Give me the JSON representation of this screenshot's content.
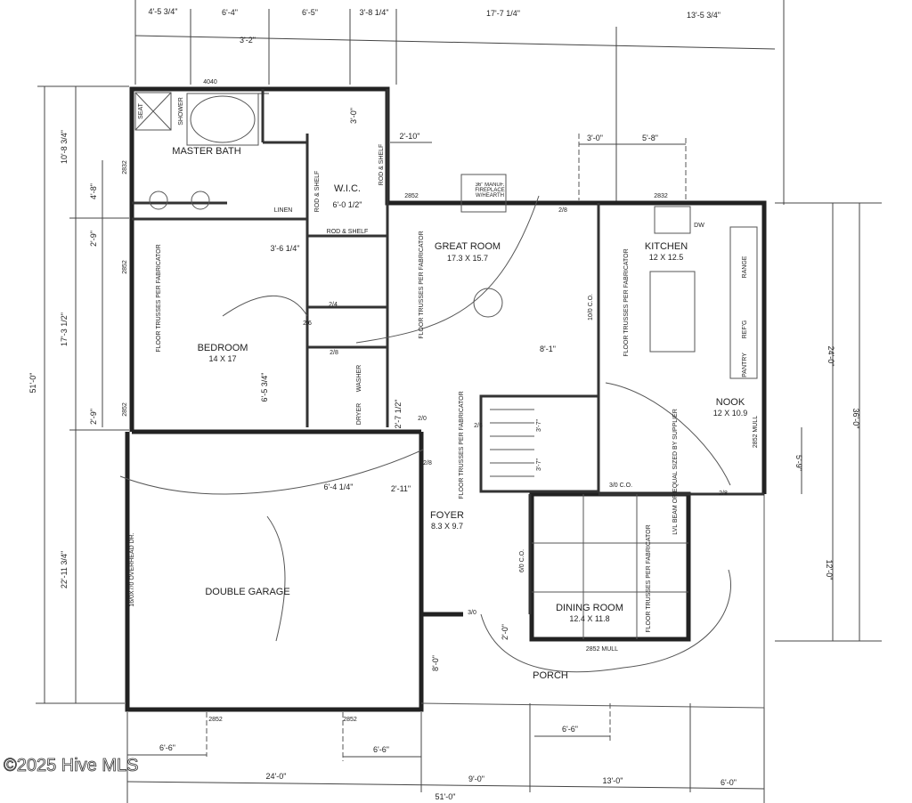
{
  "watermark": "©2025 Hive MLS",
  "rooms": {
    "master_bath": "MASTER BATH",
    "wic": "W.I.C.",
    "wic_dim": "6'-0 1/2\"",
    "great_room": "GREAT ROOM",
    "great_room_size": "17.3 X 15.7",
    "kitchen": "KITCHEN",
    "kitchen_size": "12 X 12.5",
    "bedroom": "BEDROOM",
    "bedroom_size": "14 X 17",
    "nook": "NOOK",
    "nook_size": "12 X 10.9",
    "foyer": "FOYER",
    "foyer_size": "8.3 X 9.7",
    "dining": "DINING ROOM",
    "dining_size": "12.4 X 11.8",
    "garage": "DOUBLE GARAGE",
    "porch": "PORCH"
  },
  "top_dims": [
    "4'-5 3/4\"",
    "6'-4\"",
    "6'-5\"",
    "3'-8 1/4\"",
    "17'-7 1/4\"",
    "13'-5 3/4\"",
    "3'-2\"",
    "2'-10\"",
    "3'-0\"",
    "5'-8\""
  ],
  "left_dims": [
    "10'-8 3/4\"",
    "4'-8\"",
    "2'-9\"",
    "17'-3 1/2\"",
    "51'-0\"",
    "2'-9\"",
    "22'-11 3/4\""
  ],
  "right_dims": [
    "24'-0\"",
    "36'-0\"",
    "5'-9\"",
    "12'-0\""
  ],
  "bottom_dims": [
    "6'-6\"",
    "6'-6\"",
    "6'-6\"",
    "24'-0\"",
    "9'-0\"",
    "13'-0\"",
    "6'-0\"",
    "51'-0\""
  ],
  "inner_dims": [
    "3'-6 1/4\"",
    "6'-5 3/4\"",
    "2'-7 1/2\"",
    "8'-1\"",
    "6'-4 1/4\"",
    "2'-11\"",
    "3'-0\"",
    "2'-0\"",
    "8'-0\"",
    "3'-7\"",
    "3'-7\""
  ],
  "windows": [
    "4040",
    "2832",
    "2852",
    "2832",
    "2852",
    "2852",
    "2852 MULL",
    "2852 MULL",
    "2852",
    "2852"
  ],
  "doors": [
    "2/8",
    "2/6",
    "2/4",
    "2/8",
    "2/0",
    "2/6",
    "2/8",
    "2/8",
    "3/0",
    "3/0 C.O.",
    "6/0 C.O.",
    "10/0 C.O."
  ],
  "fixtures": {
    "seat": "SEAT",
    "shower": "SHOWER",
    "linen": "LINEN",
    "rod_shelf": "ROD & SHELF",
    "fireplace": "36\" MANUF. FIREPLACE W/HEARTH",
    "dw": "DW",
    "range": "RANGE",
    "refg": "REF'G",
    "pantry": "PANTRY",
    "lvl": "LVL BEAM OR EQUAL SIZED BY SUPPLIER",
    "overhead": "16/0X7/0 OVERHEAD DR.",
    "trusses": "FLOOR TRUSSES PER FABRICATOR",
    "dryer": "DRYER",
    "washer": "WASHER"
  }
}
